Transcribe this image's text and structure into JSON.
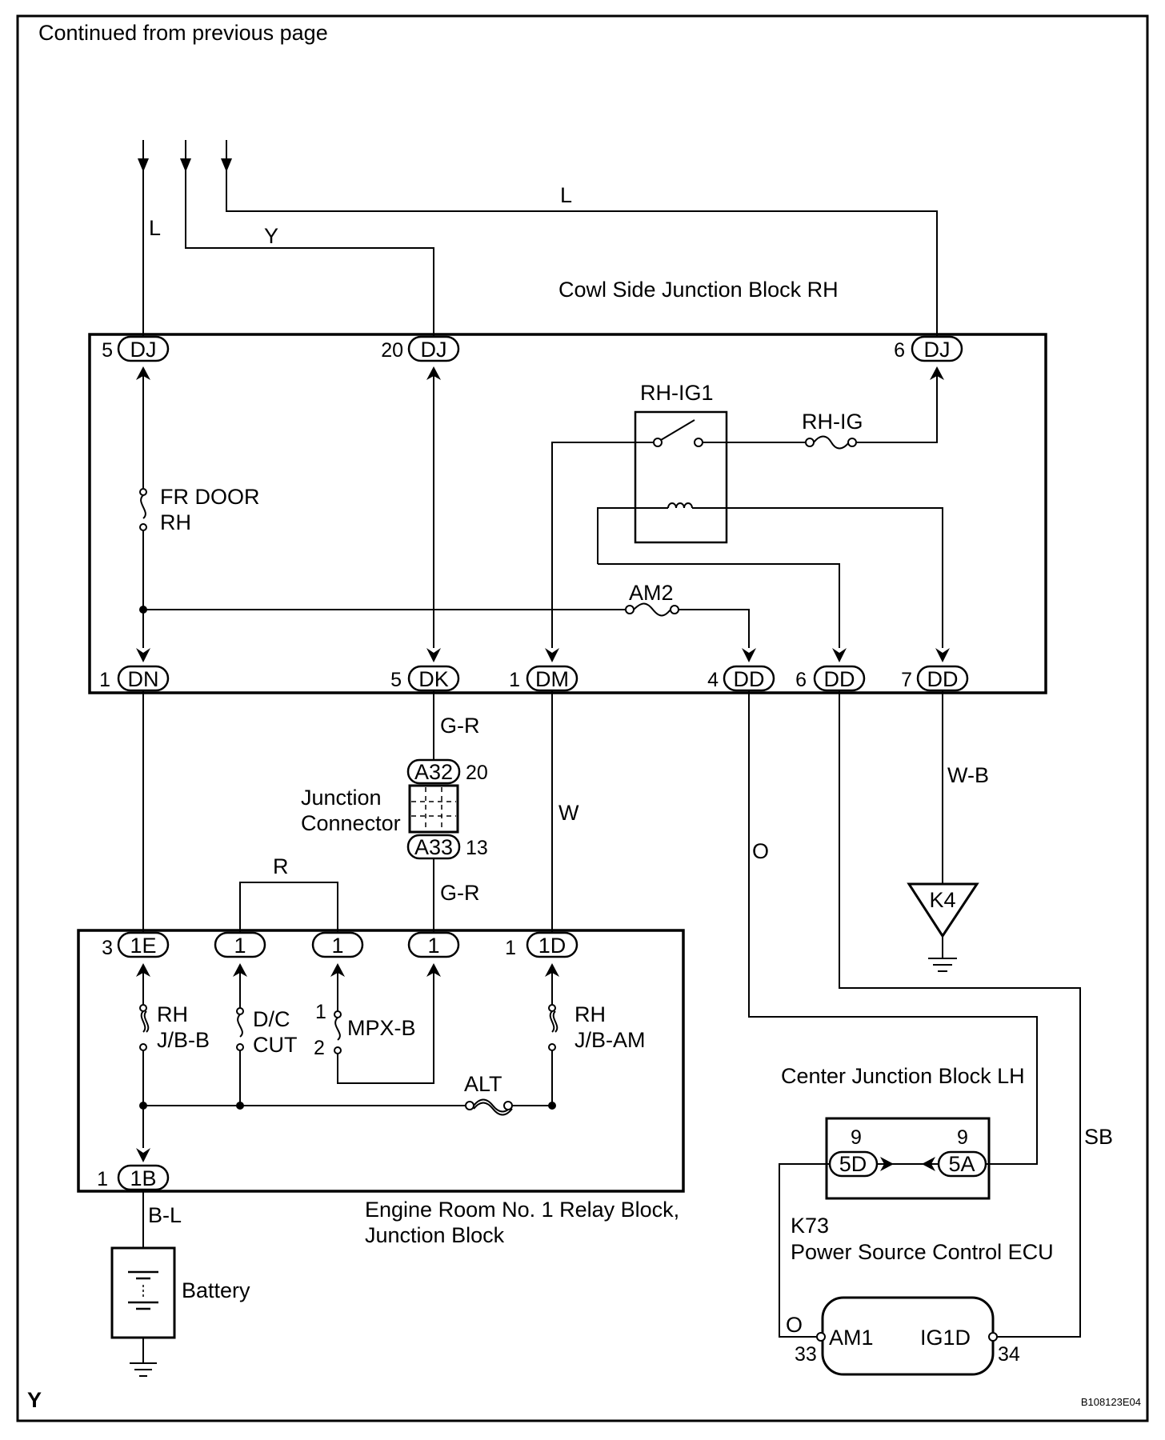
{
  "header": {
    "continued": "Continued from previous page"
  },
  "footer": {
    "corner": "Y",
    "code": "B108123E04"
  },
  "cowl_block": {
    "title": "Cowl Side Junction Block RH",
    "top_connectors": [
      {
        "pin": "5",
        "name": "DJ"
      },
      {
        "pin": "20",
        "name": "DJ"
      },
      {
        "pin": "6",
        "name": "DJ"
      }
    ],
    "bottom_connectors": [
      {
        "pin": "1",
        "name": "DN"
      },
      {
        "pin": "5",
        "name": "DK"
      },
      {
        "pin": "1",
        "name": "DM"
      },
      {
        "pin": "4",
        "name": "DD"
      },
      {
        "pin": "6",
        "name": "DD"
      },
      {
        "pin": "7",
        "name": "DD"
      }
    ],
    "relay": "RH-IG1",
    "fuses": {
      "rh_ig": "RH-IG",
      "am2": "AM2",
      "fr_door_1": "FR DOOR",
      "fr_door_2": "RH"
    }
  },
  "wires": {
    "left_L": "L",
    "y": "Y",
    "top_L": "L",
    "gr_upper": "G-R",
    "gr_lower": "G-R",
    "w": "W",
    "o": "O",
    "wb": "W-B",
    "r": "R",
    "sb": "SB",
    "bl": "B-L",
    "o2": "O"
  },
  "junction_connector": {
    "line1": "Junction",
    "line2": "Connector",
    "upper": {
      "name": "A32",
      "pin": "20"
    },
    "lower": {
      "name": "A33",
      "pin": "13"
    }
  },
  "ground_k4": "K4",
  "engine_block": {
    "title_1": "Engine Room No. 1 Relay Block,",
    "title_2": "Junction Block",
    "connectors": [
      {
        "pin": "3",
        "name": "1E"
      },
      {
        "pin": "",
        "name": "1"
      },
      {
        "pin": "",
        "name": "1"
      },
      {
        "pin": "",
        "name": "1"
      },
      {
        "pin": "1",
        "name": "1D"
      }
    ],
    "bottom_connector": {
      "pin": "1",
      "name": "1B"
    },
    "fuses": {
      "rh_jbb_1": "RH",
      "rh_jbb_2": "J/B-B",
      "dc_cut_1": "D/C",
      "dc_cut_2": "CUT",
      "mpx_b": "MPX-B",
      "mpx_pin1": "1",
      "mpx_pin2": "2",
      "rh_jbam_1": "RH",
      "rh_jbam_2": "J/B-AM",
      "alt": "ALT"
    }
  },
  "battery": "Battery",
  "center_block": {
    "title": "Center Junction Block LH",
    "left": {
      "name": "5D",
      "pin": "9"
    },
    "right": {
      "name": "5A",
      "pin": "9"
    }
  },
  "ecu": {
    "id": "K73",
    "title": "Power Source Control ECU",
    "am1": "AM1",
    "ig1d": "IG1D",
    "am1_pin": "33",
    "ig1d_pin": "34"
  }
}
